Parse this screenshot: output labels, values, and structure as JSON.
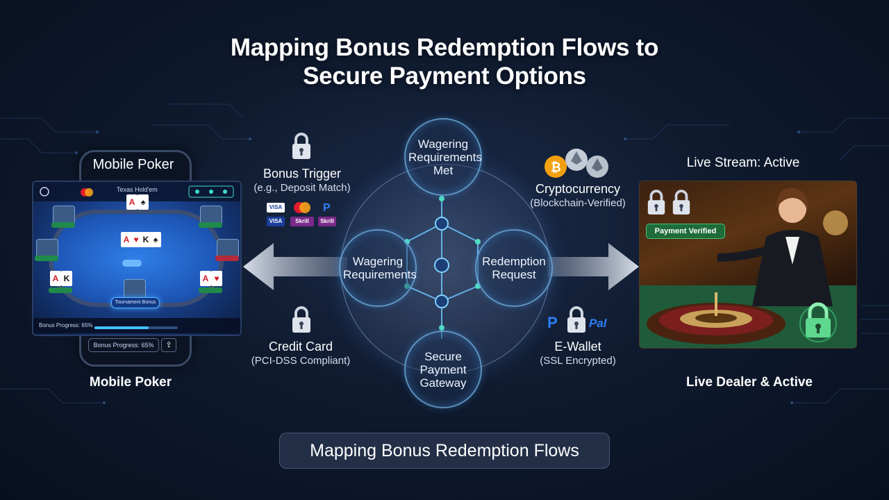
{
  "title": {
    "line1": "Mapping Bonus Redemption Flows to",
    "line2": "Secure Payment Options"
  },
  "left": {
    "phone_title": "Mobile Poker",
    "tablet_header": "Texas Hold'em",
    "tournament_button": "Tournament Bonus",
    "tablet_progress": "Bonus Progress: 65%",
    "phone_progress": "Bonus Progress: 65%",
    "caption": "Mobile Poker",
    "bonus_progress": 0.65,
    "share_icon": "share-icon"
  },
  "center": {
    "top": "Wagering Requirements Met",
    "left": "Wagering Requirements",
    "right": "Redemption Request",
    "bottom": "Secure Payment Gateway"
  },
  "labels": {
    "bonus_trigger": "Bonus Trigger",
    "bonus_trigger_sub": "(e.g., Deposit Match)",
    "credit_card": "Credit Card",
    "credit_card_sub": "(PCI-DSS Compliant)",
    "crypto": "Cryptocurrency",
    "crypto_sub": "(Blockchain-Verified)",
    "ewallet": "E-Wallet",
    "ewallet_sub": "(SSL Encrypted)"
  },
  "payment_logos": {
    "visa": "VISA",
    "visa2": "VISA",
    "skrill": "Skrill",
    "skrill2": "Skrill",
    "paypal": "Pal"
  },
  "right": {
    "stream_status": "Live Stream: Active",
    "verified": "Payment Verified",
    "caption": "Live Dealer & Active"
  },
  "footer": "Mapping Bonus Redemption Flows",
  "colors": {
    "accent": "#41c2ff",
    "verified": "#1f6b3a",
    "lock_green": "#48e08a"
  }
}
